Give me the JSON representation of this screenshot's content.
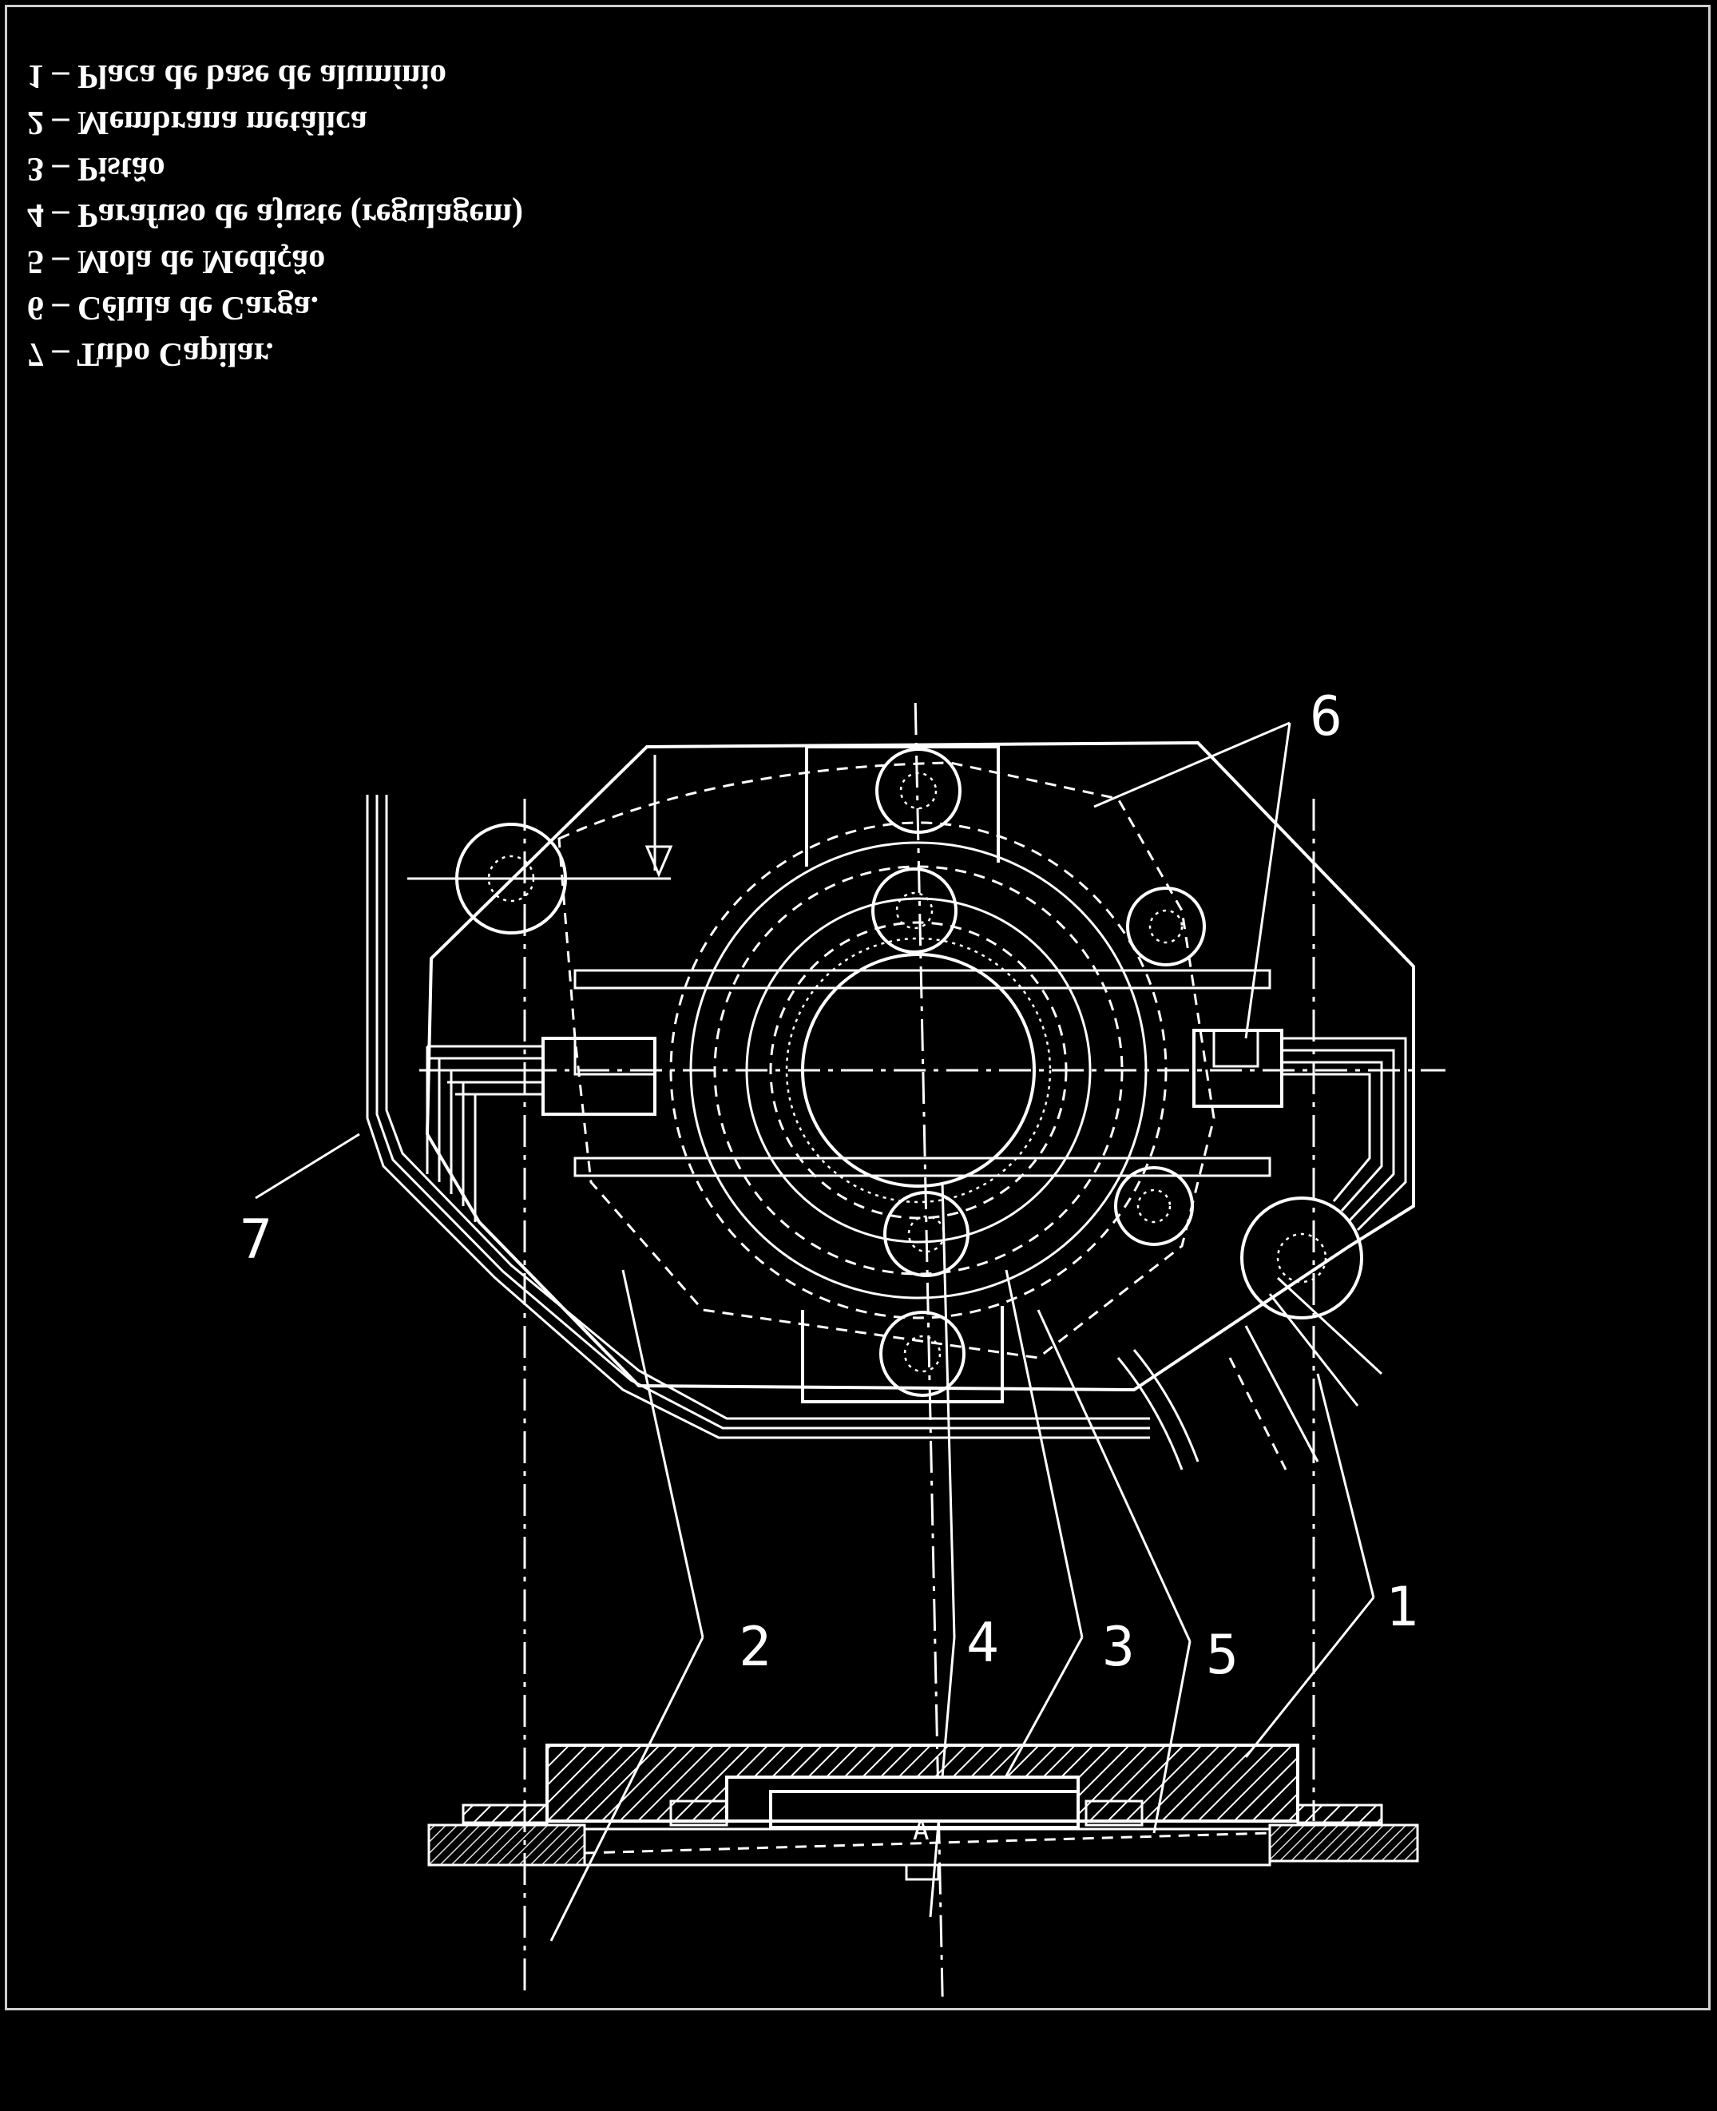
{
  "legend": {
    "items": [
      "7 – Tubo Capilar.",
      "6 – Célula de Carga.",
      "5 – Mola de Medição",
      "4 – Parafuso de ajuste (regulagem)",
      "3 – Pistão",
      "2 – Membrana metálica",
      "1 – Placa de base de alumínio"
    ]
  },
  "callouts": {
    "n1": "1",
    "n2": "2",
    "n3": "3",
    "n4": "4",
    "n5": "5",
    "n6": "6",
    "n7": "7",
    "section_mark": "A"
  }
}
